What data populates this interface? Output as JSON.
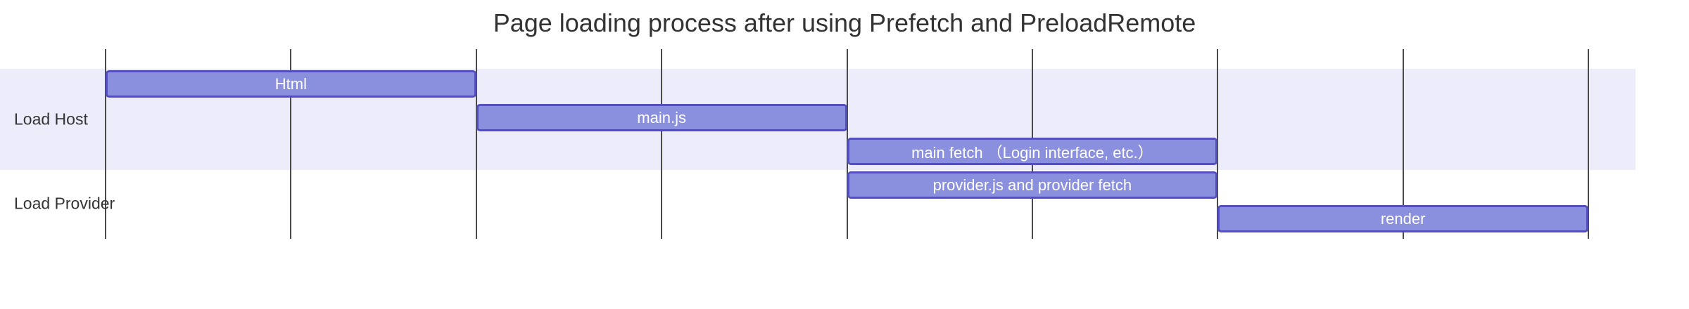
{
  "chart_data": {
    "type": "gantt",
    "title": "Page loading process after using Prefetch and PreloadRemote",
    "x_axis": {
      "tick_count": 9,
      "tick_labels": [],
      "tick_labels_visible": false,
      "note": "unlabeled evenly spaced time ticks; each task spans exactly 2 tick intervals"
    },
    "legend": null,
    "sections": [
      {
        "label": "Load Host",
        "row_start": 0,
        "row_count": 3,
        "shaded": true
      },
      {
        "label": "Load Provider",
        "row_start": 3,
        "row_count": 2,
        "shaded": false
      }
    ],
    "tasks": [
      {
        "label": "Html",
        "section": "Load Host",
        "row": 0,
        "start": 0,
        "end": 2
      },
      {
        "label": "main.js",
        "section": "Load Host",
        "row": 1,
        "start": 2,
        "end": 4
      },
      {
        "label": "main fetch （Login interface, etc.）",
        "section": "Load Host",
        "row": 2,
        "start": 4,
        "end": 6
      },
      {
        "label": "provider.js and provider fetch",
        "section": "Load Provider",
        "row": 3,
        "start": 4,
        "end": 6
      },
      {
        "label": "render",
        "section": "Load Provider",
        "row": 4,
        "start": 6,
        "end": 8
      }
    ],
    "colors": {
      "background": "#ffffff",
      "title_text": "#333333",
      "section_label_text": "#333333",
      "grid_line": "#4a4a4a",
      "section_band": "#ececfb",
      "bar_fill": "#8a90dd",
      "bar_border": "#534fbc",
      "bar_text": "#ffffff"
    }
  }
}
